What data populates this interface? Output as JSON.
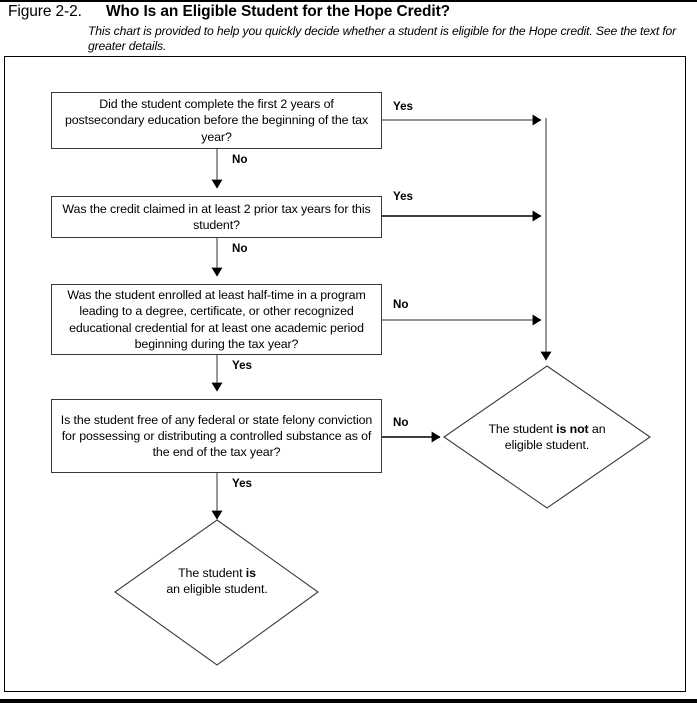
{
  "header": {
    "figure_label": "Figure 2-2.",
    "title": "Who Is an Eligible Student for the Hope Credit?",
    "subtitle": "This chart is provided to help you quickly decide whether a student is eligible for the Hope credit. See the text for greater details."
  },
  "chart_data": {
    "type": "flowchart",
    "title": "Who Is an Eligible Student for the Hope Credit?",
    "nodes": [
      {
        "id": "q1",
        "shape": "rectangle",
        "text": "Did the student complete the first 2 years of postsecondary education before the beginning of the tax year?"
      },
      {
        "id": "q2",
        "shape": "rectangle",
        "text": "Was the credit claimed in at least 2 prior tax years for this student?"
      },
      {
        "id": "q3",
        "shape": "rectangle",
        "text": "Was the student enrolled at least half-time in a program leading to a degree, certificate, or other recognized educational credential for at least one academic period beginning during the tax year?"
      },
      {
        "id": "q4",
        "shape": "rectangle",
        "text": "Is the student free of any federal or state felony conviction for possessing or distributing a controlled substance as of the end of the tax year?"
      },
      {
        "id": "not_eligible",
        "shape": "diamond",
        "text_parts": [
          "The student ",
          "is not",
          " an eligible student."
        ]
      },
      {
        "id": "eligible",
        "shape": "diamond",
        "text_parts": [
          "The student ",
          "is",
          " an eligible student."
        ]
      }
    ],
    "edges": [
      {
        "from": "q1",
        "to": "q2",
        "label": "No",
        "direction": "down"
      },
      {
        "from": "q1",
        "to": "not_eligible",
        "label": "Yes",
        "direction": "right"
      },
      {
        "from": "q2",
        "to": "q3",
        "label": "No",
        "direction": "down"
      },
      {
        "from": "q2",
        "to": "not_eligible",
        "label": "Yes",
        "direction": "right"
      },
      {
        "from": "q3",
        "to": "q4",
        "label": "Yes",
        "direction": "down"
      },
      {
        "from": "q3",
        "to": "not_eligible",
        "label": "No",
        "direction": "right"
      },
      {
        "from": "q4",
        "to": "eligible",
        "label": "Yes",
        "direction": "down"
      },
      {
        "from": "q4",
        "to": "not_eligible",
        "label": "No",
        "direction": "right"
      }
    ],
    "colors": {
      "background": "#ffffff",
      "line": "#000000",
      "box_border": "#3a3a3a",
      "text": "#000000"
    }
  },
  "labels": {
    "no1": "No",
    "no2": "No",
    "yes3": "Yes",
    "yes4": "Yes",
    "yes_a": "Yes",
    "yes_b": "Yes",
    "no_c": "No",
    "no_d": "No"
  },
  "diamond_text": {
    "not_eligible": {
      "lead": "The student ",
      "emphasis": "is not",
      "tail": " an",
      "line2": "eligible student."
    },
    "eligible": {
      "lead": "The student ",
      "emphasis": "is",
      "tail": "",
      "line2": "an eligible student."
    }
  }
}
